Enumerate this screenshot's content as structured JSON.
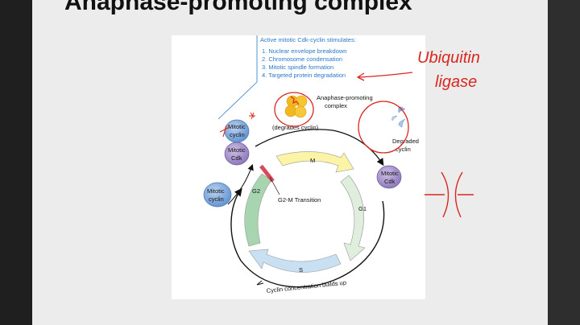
{
  "slide": {
    "title": "Anaphase-promoting complex"
  },
  "figure": {
    "stimulates_heading": "Active mitotic Cdk-cyclin stimulates:",
    "stimulates_items": [
      "1.  Nuclear envelope breakdown",
      "2.  Chromosome condensation",
      "3.  Mitotic spindle formation",
      "4.  Targeted protein degradation"
    ],
    "apc_label_line1": "Anaphase-promoting",
    "apc_label_line2": "complex",
    "degrades_label": "(degrades cyclin)",
    "degraded_cyclin_line1": "Degraded",
    "degraded_cyclin_line2": "cyclin",
    "mitotic_cyclin_top_line1": "Mitotic",
    "mitotic_cyclin_top_line2": "cyclin",
    "mitotic_cdk_top_line1": "Mitotic",
    "mitotic_cdk_top_line2": "Cdk",
    "mitotic_cyclin_left_line1": "Mitotic",
    "mitotic_cyclin_left_line2": "cyclin",
    "mitotic_cdk_right_line1": "Mitotic",
    "mitotic_cdk_right_line2": "Cdk",
    "phase_m": "M",
    "phase_g1": "G1",
    "phase_s": "S",
    "phase_g2": "G2",
    "transition_label": "G2-M Transition",
    "buildup_label": "Cyclin concentration builds up"
  },
  "annotations": {
    "ubiquitin_line1": "Ubiquitin",
    "ubiquitin_line2": "ligase"
  },
  "colors": {
    "handwriting": "#d8281f",
    "label_blue": "#2a78c8",
    "cyclin_blue": "#6f9fd8",
    "cdk_purple": "#9a86c4",
    "m_phase_yellow": "#fbf3a6",
    "g1_green": "#dfeedd",
    "s_blue": "#c9e0f3",
    "g2_green": "#a6d5b0",
    "apc_gold": "#f2b81f"
  }
}
